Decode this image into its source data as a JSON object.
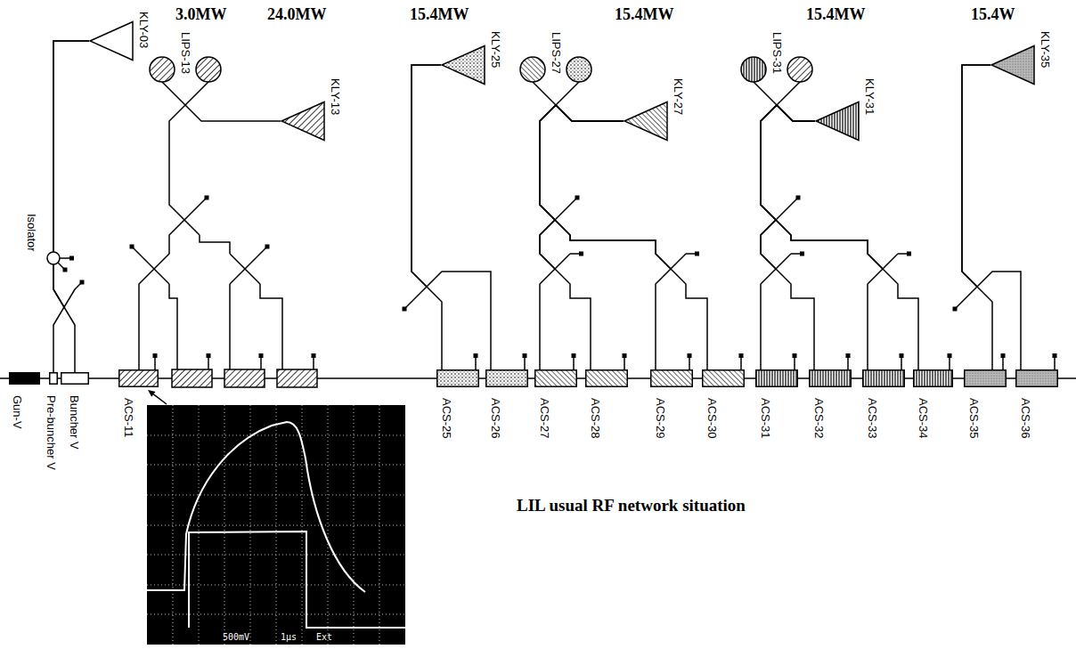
{
  "diagram": {
    "caption": "LIL usual RF network situation",
    "nodes": [
      {
        "text": [
          "KLY-03"
        ]
      },
      {
        "text": [
          "KLY-13"
        ]
      },
      {
        "text": [
          "KLY-25"
        ]
      },
      {
        "text": [
          "KLY-27"
        ]
      },
      {
        "text": [
          "KLY-31"
        ]
      },
      {
        "text": [
          "KLY-35"
        ]
      },
      {
        "text": [
          "Gun-V"
        ]
      },
      {
        "text": [
          "Pre-buncher V"
        ]
      },
      {
        "text": [
          "Buncher V"
        ]
      },
      {
        "text": [
          "ACS-11"
        ]
      },
      {
        "text": [
          "ACS-25"
        ]
      },
      {
        "text": [
          "ACS-26"
        ]
      },
      {
        "text": [
          "ACS-27"
        ]
      },
      {
        "text": [
          "ACS-28"
        ]
      },
      {
        "text": [
          "ACS-29"
        ]
      },
      {
        "text": [
          "ACS-30"
        ]
      },
      {
        "text": [
          "ACS-31"
        ]
      },
      {
        "text": [
          "ACS-32"
        ]
      },
      {
        "text": [
          "ACS-33"
        ]
      },
      {
        "text": [
          "ACS-34"
        ]
      },
      {
        "text": [
          "ACS-35"
        ]
      },
      {
        "text": [
          "ACS-36"
        ]
      }
    ],
    "edges": [
      {
        "from": 0,
        "to": 7,
        "arrow": "none"
      },
      {
        "from": 0,
        "to": 8,
        "arrow": "none"
      },
      {
        "from": 1,
        "to": 9,
        "arrow": "none"
      },
      {
        "from": 2,
        "to": 10,
        "arrow": "none"
      },
      {
        "from": 2,
        "to": 11,
        "arrow": "none"
      },
      {
        "from": 3,
        "to": 12,
        "arrow": "none"
      },
      {
        "from": 3,
        "to": 13,
        "arrow": "none"
      },
      {
        "from": 3,
        "to": 14,
        "arrow": "none"
      },
      {
        "from": 3,
        "to": 15,
        "arrow": "none"
      },
      {
        "from": 4,
        "to": 16,
        "arrow": "none"
      },
      {
        "from": 4,
        "to": 17,
        "arrow": "none"
      },
      {
        "from": 4,
        "to": 18,
        "arrow": "none"
      },
      {
        "from": 4,
        "to": 19,
        "arrow": "none"
      },
      {
        "from": 5,
        "to": 20,
        "arrow": "none"
      },
      {
        "from": 5,
        "to": 21,
        "arrow": "none"
      }
    ],
    "labels": [
      "3.0MW",
      "24.0MW",
      "15.4MW",
      "15.4MW",
      "15.4MW",
      "15.4W",
      "LIPS-13",
      "LIPS-27",
      "LIPS-31",
      "Isolator",
      "500mV",
      "1μs",
      "Ext"
    ]
  }
}
